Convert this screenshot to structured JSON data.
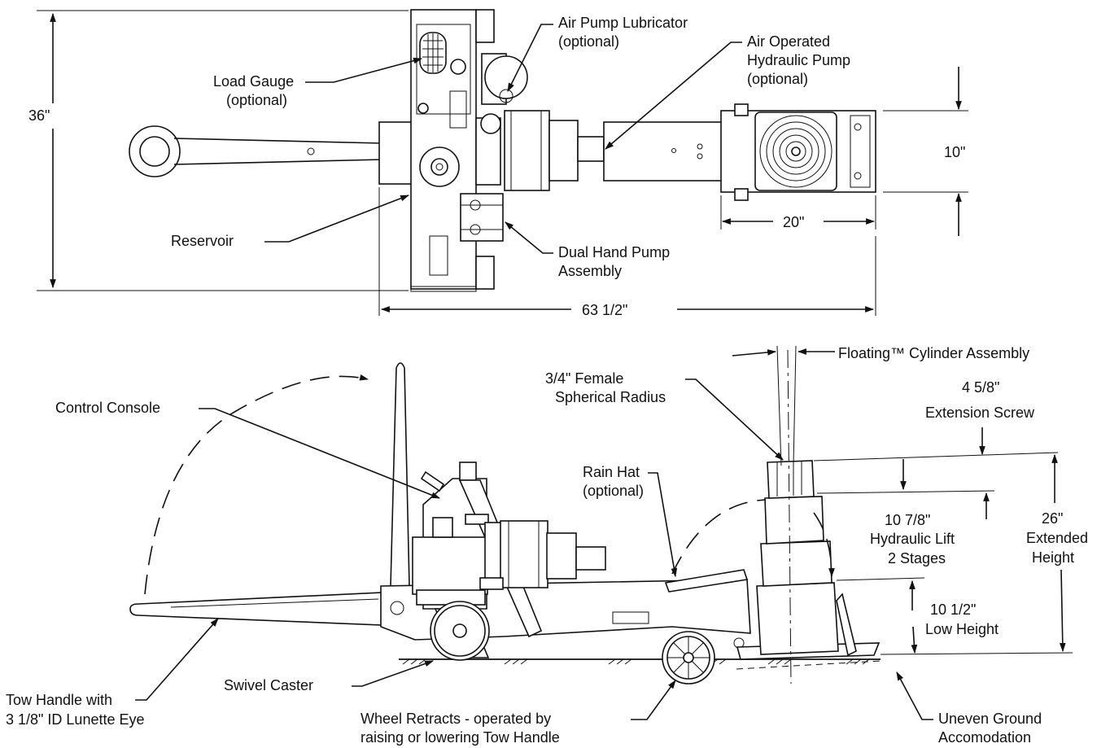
{
  "labels": {
    "air_pump_lubricator_1": "Air Pump Lubricator",
    "air_pump_lubricator_2": "(optional)",
    "air_operated_1": "Air Operated",
    "air_operated_2": "Hydraulic Pump",
    "air_operated_3": "(optional)",
    "load_gauge_1": "Load Gauge",
    "load_gauge_2": "(optional)",
    "reservoir": "Reservoir",
    "dual_hand_pump_1": "Dual Hand Pump",
    "dual_hand_pump_2": "Assembly",
    "floating_cylinder": "Floating™ Cylinder Assembly",
    "female_radius_1": "3/4\" Female",
    "female_radius_2": "Spherical Radius",
    "control_console": "Control Console",
    "extension_screw_1": "4  5/8\"",
    "extension_screw_2": "Extension Screw",
    "rain_hat_1": "Rain Hat",
    "rain_hat_2": "(optional)",
    "hydraulic_lift_1": "10  7/8\"",
    "hydraulic_lift_2": "Hydraulic Lift",
    "hydraulic_lift_3": "2 Stages",
    "extended_height_1": "26\"",
    "extended_height_2": "Extended",
    "extended_height_3": "Height",
    "low_height_1": "10  1/2\"",
    "low_height_2": "Low Height",
    "swivel_caster": "Swivel Caster",
    "tow_handle_1": "Tow Handle with",
    "tow_handle_2": "3  1/8\" ID Lunette Eye",
    "wheel_retracts_1": "Wheel Retracts - operated by",
    "wheel_retracts_2": "raising or lowering Tow Handle",
    "uneven_ground_1": "Uneven Ground",
    "uneven_ground_2": "Accomodation"
  },
  "dimensions": {
    "overall_width": "36\"",
    "base_width": "10\"",
    "base_length": "20\"",
    "overall_length": "63  1/2\""
  }
}
